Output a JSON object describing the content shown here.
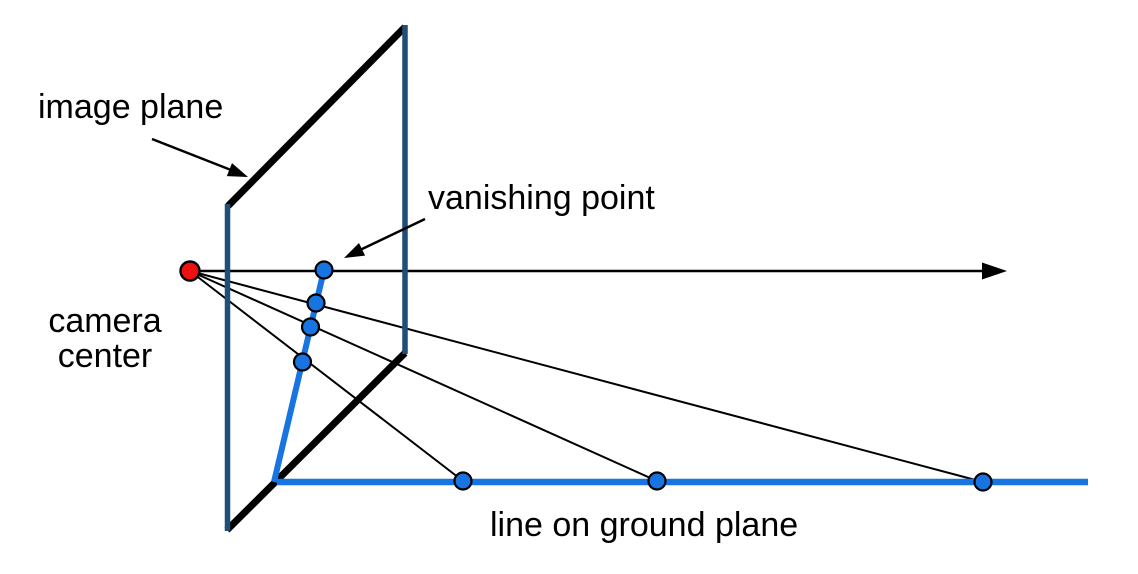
{
  "diagram": {
    "title_context": "perspective projection / vanishing point construction",
    "labels": {
      "image_plane": "image plane",
      "vanishing_point": "vanishing point",
      "camera_center_line1": "camera",
      "camera_center_line2": "center",
      "ground_line": "line on ground plane"
    },
    "colors": {
      "background": "#ffffff",
      "plane_edge_dark_blue": "#1f4e79",
      "bright_blue": "#1874e0",
      "camera_red": "#ee1111",
      "line_black": "#000000"
    },
    "elements": {
      "camera_center_point": "red dot at left from which all rays emanate",
      "vanishing_point_dot": "blue dot on image plane where horizontal ray crosses it",
      "image_plane_shape": "slanted parallelogram with black top/bottom edges and dark blue vertical edges",
      "projected_line": "thick blue segment on image plane through three blue projection dots up to the vanishing point",
      "ground_line_shape": "thick horizontal blue line with three blue dots",
      "rays": "three thin black rays from camera center through image-plane dots to ground-line dots",
      "horizontal_ray": "black arrow from camera center to the right through vanishing point"
    }
  }
}
